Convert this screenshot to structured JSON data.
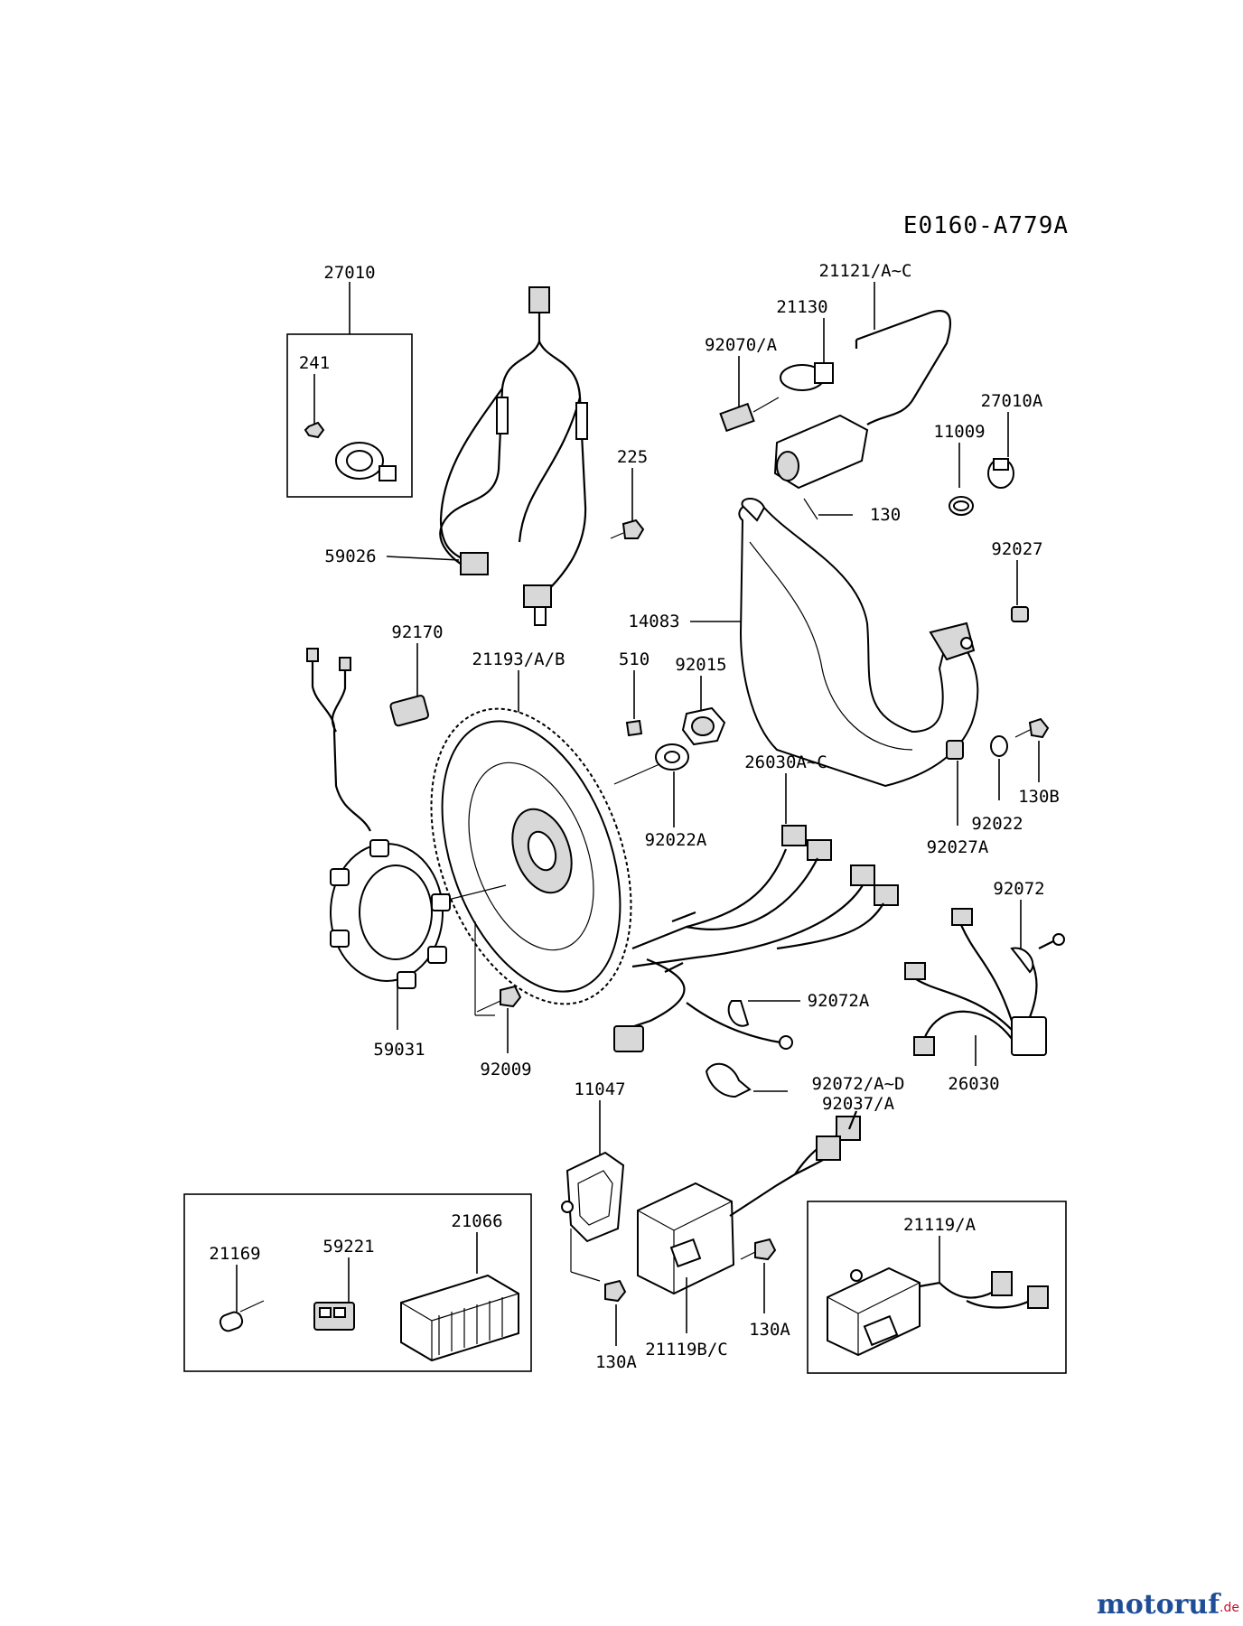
{
  "diagram": {
    "code": "E0160-A779A",
    "watermark": {
      "brand": "motoruf",
      "tld": ".de",
      "color": "#1f4e96",
      "tld_color": "#c8102e"
    },
    "labels": [
      "27010",
      "241",
      "225",
      "59026",
      "21121/A~C",
      "21130",
      "92070/A",
      "27010A",
      "11009",
      "130",
      "92027",
      "14083",
      "92170",
      "21193/A/B",
      "510",
      "92015",
      "92022A",
      "26030A~C",
      "130B",
      "92022",
      "92027A",
      "92072",
      "92072A",
      "59031",
      "92009",
      "26030",
      "92072/A~D",
      "92037/A",
      "11047",
      "21169",
      "59221",
      "21066",
      "21119/A",
      "130A",
      "21119B/C",
      "130A"
    ]
  }
}
